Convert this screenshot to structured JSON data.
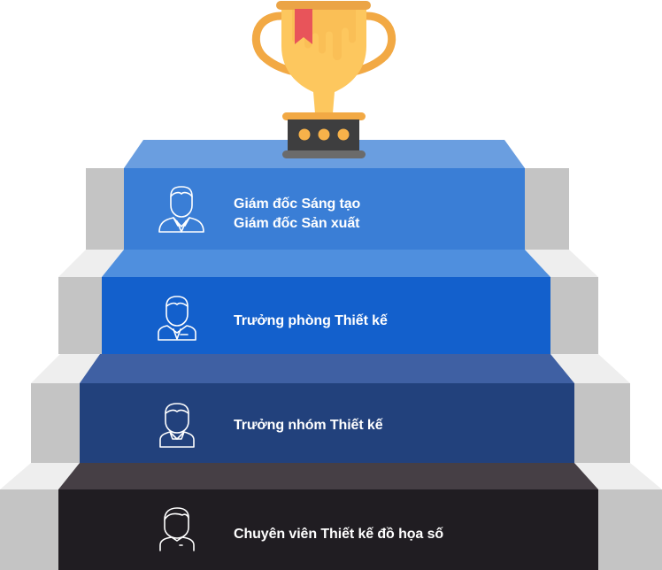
{
  "diagram": {
    "type": "career-ladder-staircase",
    "top_icon": "trophy-icon",
    "steps": [
      {
        "level": 4,
        "lines": [
          "Giám đốc Sáng tạo",
          "Giám đốc Sản xuất"
        ],
        "icon": "executive-person-icon",
        "riser_color": "#3A7ED6",
        "tread_color": "#6A9EE0"
      },
      {
        "level": 3,
        "lines": [
          "Trưởng phòng Thiết kế"
        ],
        "icon": "manager-person-icon",
        "riser_color": "#1360CC",
        "tread_color": "#4F8FDE"
      },
      {
        "level": 2,
        "lines": [
          "Trưởng nhóm Thiết kế"
        ],
        "icon": "team-lead-person-icon",
        "riser_color": "#22417C",
        "tread_color": "#3F60A3"
      },
      {
        "level": 1,
        "lines": [
          "Chuyên viên Thiết kế đồ họa số"
        ],
        "icon": "specialist-person-icon",
        "riser_color": "#201D22",
        "tread_color": "#463F45"
      }
    ],
    "colors": {
      "side_riser": "#C4C4C4",
      "side_tread": "#EEEEEE",
      "trophy_gold": "#FDC75E",
      "trophy_rim": "#F2A944",
      "trophy_ribbon": "#E8545A",
      "trophy_base": "#3E3E3F",
      "trophy_plate": "#6B6B6B"
    }
  }
}
